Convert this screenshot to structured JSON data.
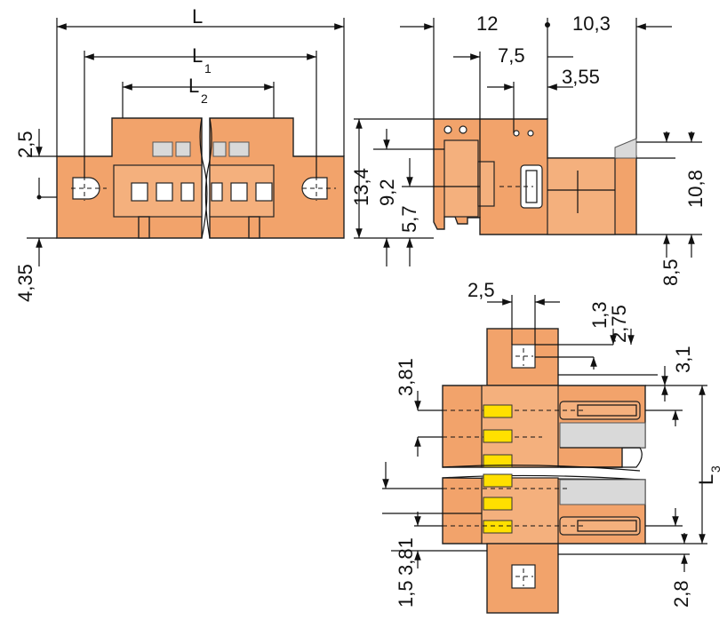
{
  "dimensions": {
    "L": "L",
    "L1": "L",
    "L1_sub": "1",
    "L2": "L",
    "L2_sub": "2",
    "L3": "L",
    "L3_sub": "3",
    "d_2_5_left": "2,5",
    "d_4_35": "4,35",
    "d_12": "12",
    "d_10_3": "10,3",
    "d_7_5": "7,5",
    "d_3_55": "3,55",
    "d_13_4": "13,4",
    "d_9_2": "9,2",
    "d_5_7": "5,7",
    "d_10_8": "10,8",
    "d_8_5": "8,5",
    "d_2_5_bottom": "2,5",
    "d_1_3": "1,3",
    "d_2_75": "2,75",
    "d_3_81_top": "3,81",
    "d_3_1": "3,1",
    "d_3_81_bottom": "3,81",
    "d_1_5": "1,5",
    "d_2_8": "2,8"
  },
  "colors": {
    "housing": "#f2a36b",
    "housing_light": "#f4b07d",
    "contact": "#ffe000",
    "line": "#111111"
  }
}
